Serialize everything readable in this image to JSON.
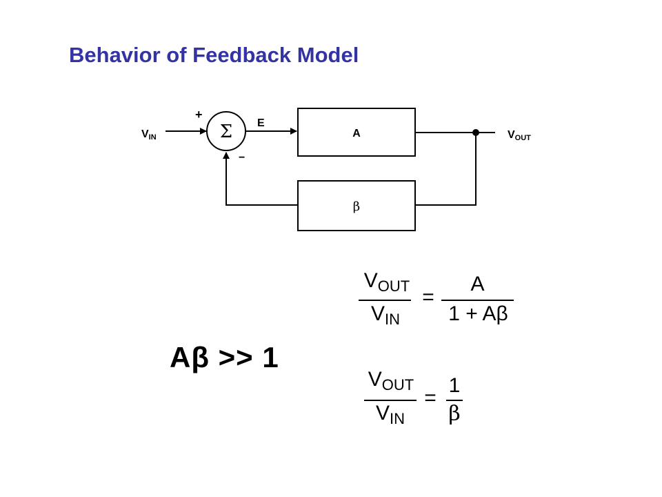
{
  "title": "Behavior of Feedback Model",
  "diagram": {
    "input_label": "V",
    "input_sub": "IN",
    "output_label": "V",
    "output_sub": "OUT",
    "plus": "+",
    "minus": "−",
    "sum_symbol": "Σ",
    "error_label": "E",
    "amp_label": "A",
    "feedback_label": "β"
  },
  "equation1": {
    "num_v": "V",
    "num_sub": "OUT",
    "den_v": "V",
    "den_sub": "IN",
    "equals": "=",
    "rhs_num": "A",
    "rhs_den": "1 + Aβ"
  },
  "condition": "Aβ >> 1",
  "equation2": {
    "num_v": "V",
    "num_sub": "OUT",
    "den_v": "V",
    "den_sub": "IN",
    "equals": "=",
    "rhs_num": "1",
    "rhs_den": "β"
  }
}
